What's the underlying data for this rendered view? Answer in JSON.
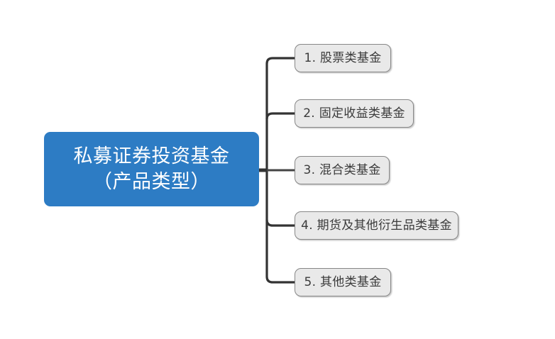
{
  "diagram": {
    "type": "org-chart-tree",
    "background_color": "#ffffff",
    "root": {
      "line1": "私募证券投资基金",
      "line2": "（产品类型）",
      "fill_color": "#2d7cc4",
      "text_color": "#ffffff"
    },
    "branch_color": "#333333",
    "children": [
      {
        "label": "1. 股票类基金"
      },
      {
        "label": "2. 固定收益类基金"
      },
      {
        "label": "3. 混合类基金"
      },
      {
        "label": "4. 期货及其他衍生品类基金"
      },
      {
        "label": "5. 其他类基金"
      }
    ],
    "child_style": {
      "fill_color": "#e9e9e9",
      "border_color": "#878787",
      "text_color": "#3b3b3b"
    }
  }
}
